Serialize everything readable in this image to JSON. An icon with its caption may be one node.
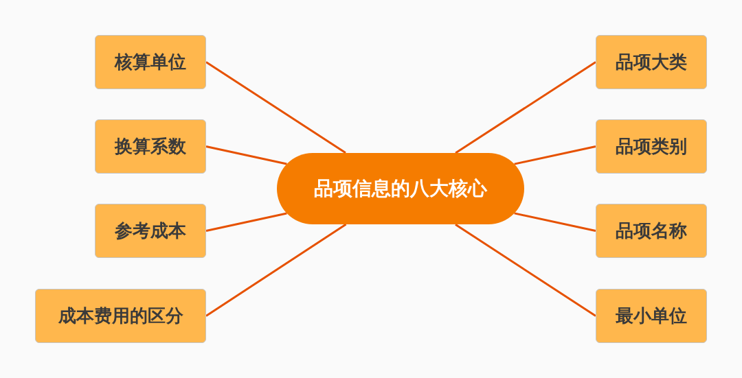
{
  "diagram": {
    "nodes": [
      {
        "text": [
          "品项信息的八大核心"
        ]
      },
      {
        "text": [
          "核算单位"
        ]
      },
      {
        "text": [
          "换算系数"
        ]
      },
      {
        "text": [
          "参考成本"
        ]
      },
      {
        "text": [
          "成本费用的区分"
        ]
      },
      {
        "text": [
          "品项大类"
        ]
      },
      {
        "text": [
          "品项类别"
        ]
      },
      {
        "text": [
          "品项名称"
        ]
      },
      {
        "text": [
          "最小单位"
        ]
      }
    ],
    "edges": [
      {
        "from": 0,
        "to": 1,
        "arrow": "none"
      },
      {
        "from": 0,
        "to": 2,
        "arrow": "none"
      },
      {
        "from": 0,
        "to": 3,
        "arrow": "none"
      },
      {
        "from": 0,
        "to": 4,
        "arrow": "none"
      },
      {
        "from": 0,
        "to": 5,
        "arrow": "none"
      },
      {
        "from": 0,
        "to": 6,
        "arrow": "none"
      },
      {
        "from": 0,
        "to": 7,
        "arrow": "none"
      },
      {
        "from": 0,
        "to": 8,
        "arrow": "none"
      }
    ]
  }
}
